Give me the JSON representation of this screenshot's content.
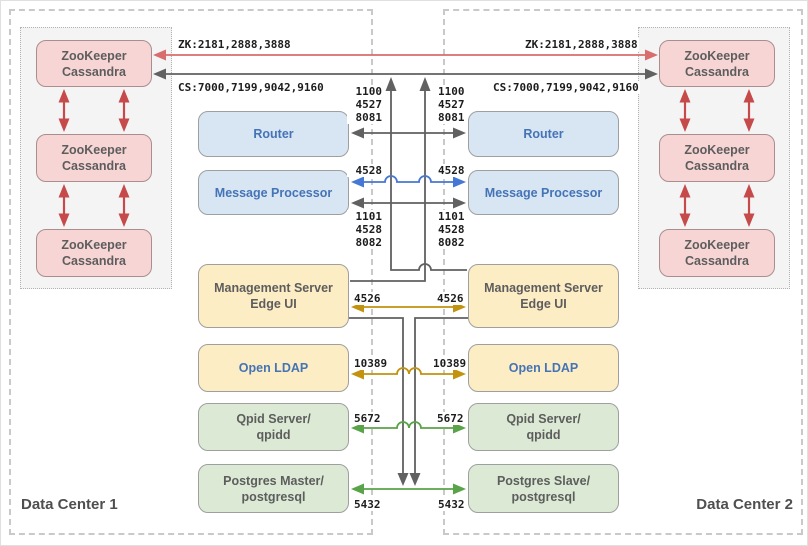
{
  "datacenters": {
    "dc1_label": "Data Center 1",
    "dc2_label": "Data Center 2"
  },
  "cluster_node": {
    "line1": "ZooKeeper",
    "line2": "Cassandra"
  },
  "buses": {
    "zk_left": "ZK:2181,2888,3888",
    "zk_right": "ZK:2181,2888,3888",
    "cs_left": "CS:7000,7199,9042,9160",
    "cs_right": "CS:7000,7199,9042,9160"
  },
  "services_dc1": {
    "router": "Router",
    "message_processor": "Message Processor",
    "mgmt_line1": "Management Server",
    "mgmt_line2": "Edge UI",
    "ldap": "Open LDAP",
    "qpid_line1": "Qpid Server/",
    "qpid_line2": "qpidd",
    "postgres_line1": "Postgres Master/",
    "postgres_line2": "postgresql"
  },
  "services_dc2": {
    "router": "Router",
    "message_processor": "Message Processor",
    "mgmt_line1": "Management Server",
    "mgmt_line2": "Edge UI",
    "ldap": "Open LDAP",
    "qpid_line1": "Qpid Server/",
    "qpid_line2": "qpidd",
    "postgres_line1": "Postgres Slave/",
    "postgres_line2": "postgresql"
  },
  "ports": {
    "router_stack": [
      "1100",
      "4527",
      "8081"
    ],
    "mp_blue": "4528",
    "mp_stack": [
      "1101",
      "4528",
      "8082"
    ],
    "mgmt": "4526",
    "ldap": "10389",
    "qpid": "5672",
    "postgres": "5432"
  },
  "colors": {
    "dark_line": "#616161",
    "zk_red": "#d96c6c",
    "cluster_red": "#c64a4a",
    "blue_line": "#4577d4",
    "olive_line": "#c3920e",
    "green_line": "#59a348"
  }
}
